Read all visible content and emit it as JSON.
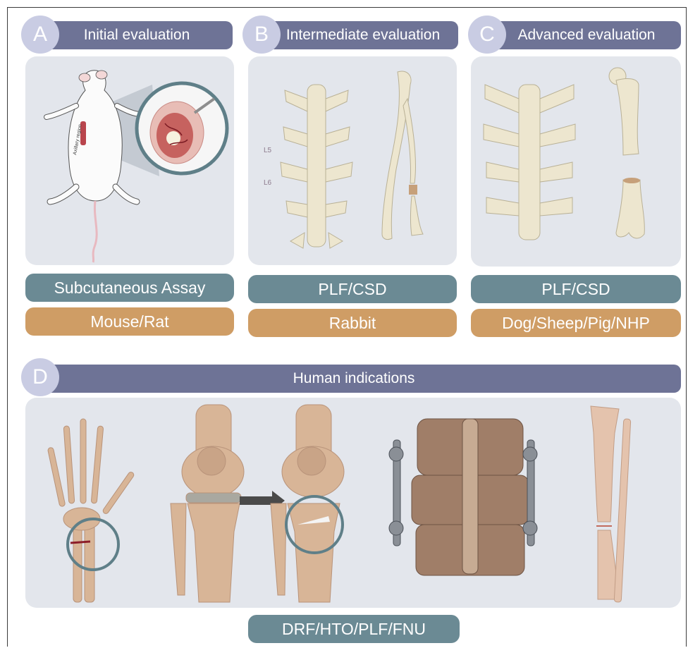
{
  "panels": {
    "A": {
      "letter": "A",
      "title": "Initial evaluation",
      "assay": "Subcutaneous Assay",
      "species": "Mouse/Rat",
      "annotation": "Axillary region"
    },
    "B": {
      "letter": "B",
      "title": "Intermediate evaluation",
      "assay": "PLF/CSD",
      "species": "Rabbit",
      "label_l5": "L5",
      "label_l6": "L6"
    },
    "C": {
      "letter": "C",
      "title": "Advanced evaluation",
      "assay": "PLF/CSD",
      "species": "Dog/Sheep/Pig/NHP"
    },
    "D": {
      "letter": "D",
      "title": "Human indications",
      "assay": "DRF/HTO/PLF/FNU"
    }
  },
  "colors": {
    "header": "#6e7396",
    "letter_circle": "#c9cce3",
    "panel_bg": "#e3e6ec",
    "assay_pill": "#6b8a94",
    "species_pill": "#cf9d65",
    "bone_animal": "#ede6cf",
    "bone_human": "#d8b597",
    "highlight_circle": "#5f7f88"
  }
}
